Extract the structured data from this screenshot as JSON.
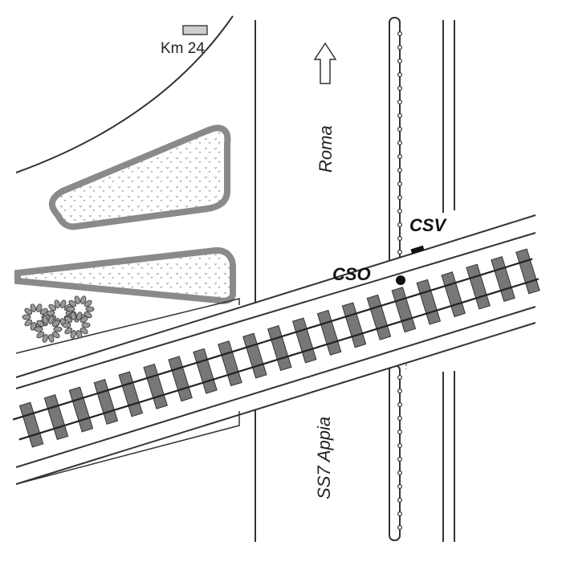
{
  "labels": {
    "km_marker": "Km 24",
    "direction_road": "Roma",
    "road_name": "SS7 Appia",
    "cso": "CSO",
    "csv": "CSV"
  },
  "icons": {
    "direction_arrow": "arrow-up-icon",
    "tree_cluster": "shrub-icon",
    "sign_post": "km-sign-icon"
  },
  "colors": {
    "line": "#333333",
    "island_border": "#8a8a8a",
    "rail_tie": "#777777",
    "background": "#ffffff"
  }
}
